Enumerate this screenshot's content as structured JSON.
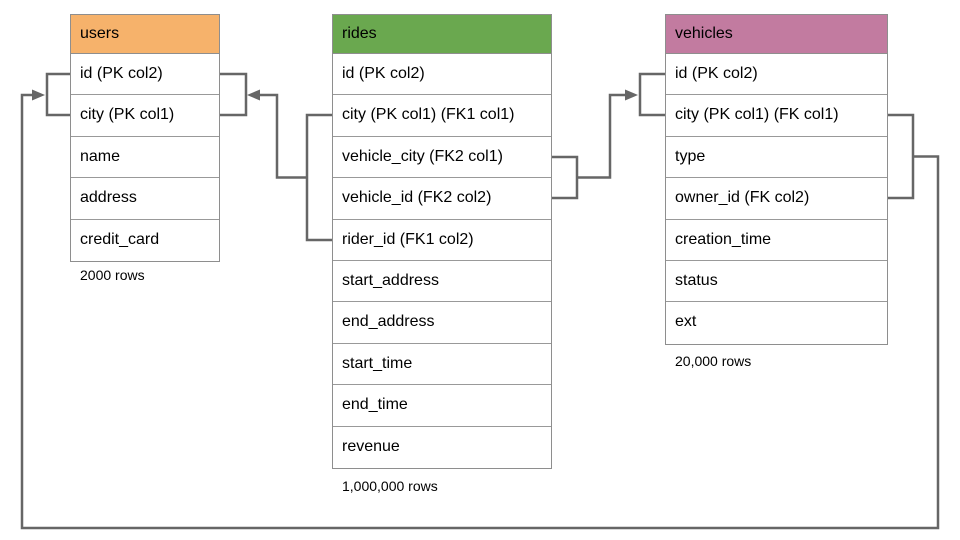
{
  "diagram": {
    "tables": [
      {
        "name": "users",
        "header_color": "#F6B26B",
        "columns": [
          "id (PK col2)",
          "city (PK col1)",
          "name",
          "address",
          "credit_card"
        ],
        "row_count": "2000 rows"
      },
      {
        "name": "rides",
        "header_color": "#6AA84F",
        "columns": [
          "id (PK col2)",
          "city (PK col1) (FK1 col1)",
          "vehicle_city (FK2 col1)",
          "vehicle_id (FK2 col2)",
          "rider_id (FK1 col2)",
          "start_address",
          "end_address",
          "start_time",
          "end_time",
          "revenue"
        ],
        "row_count": "1,000,000 rows"
      },
      {
        "name": "vehicles",
        "header_color": "#C27BA0",
        "columns": [
          "id (PK col2)",
          "city (PK col1) (FK col1)",
          "type",
          "owner_id (FK col2)",
          "creation_time",
          "status",
          "ext"
        ],
        "row_count": "20,000 rows"
      }
    ],
    "relationships": [
      {
        "name": "rides-fk1-users",
        "from_table": "rides",
        "from_columns": [
          "city (PK col1) (FK1 col1)",
          "rider_id (FK1 col2)"
        ],
        "to_table": "users",
        "to_columns": [
          "id (PK col2)",
          "city (PK col1)"
        ]
      },
      {
        "name": "rides-fk2-vehicles",
        "from_table": "rides",
        "from_columns": [
          "vehicle_city (FK2 col1)",
          "vehicle_id (FK2 col2)"
        ],
        "to_table": "vehicles",
        "to_columns": [
          "id (PK col2)",
          "city (PK col1) (FK col1)"
        ]
      },
      {
        "name": "vehicles-fk-users",
        "from_table": "vehicles",
        "from_columns": [
          "city (PK col1) (FK col1)",
          "owner_id (FK col2)"
        ],
        "to_table": "users",
        "to_columns": [
          "id (PK col2)",
          "city (PK col1)"
        ]
      }
    ],
    "colors": {
      "line": "#666666",
      "table_border": "#8e8e8e",
      "row_divider": "#999999",
      "background": "#ffffff",
      "text": "#000000"
    }
  }
}
